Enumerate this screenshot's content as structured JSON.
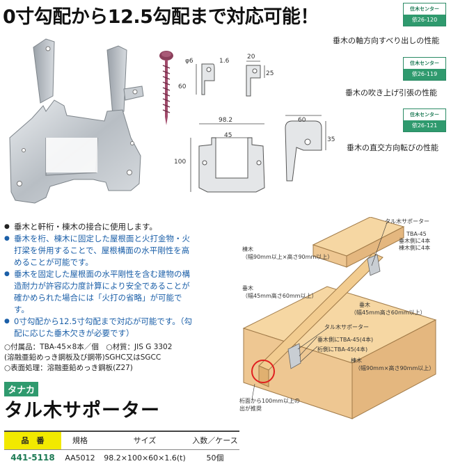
{
  "headline": "0寸勾配から12.5勾配まで対応可能！",
  "certifications": [
    {
      "title": "住木センター",
      "number": "依26-120",
      "feature": "垂木の軸方向すべり出しの性能"
    },
    {
      "title": "住木センター",
      "number": "依26-119",
      "feature": "垂木の吹き上げ引張の性能"
    },
    {
      "title": "住木センター",
      "number": "依26-121",
      "feature": "垂木の直交方向転びの性能"
    }
  ],
  "dimensions": {
    "hole": "φ6",
    "thickness": "1.6",
    "w20": "20",
    "h25": "25",
    "h60": "60",
    "w98": "98.2",
    "w45": "45",
    "h100": "100",
    "w60": "60",
    "h35": "35"
  },
  "bullets": [
    {
      "text": "垂木と軒桁・棟木の接合に使用します。",
      "style": "dark"
    },
    {
      "text": "垂木を桁、棟木に固定した屋根面と火打金物・火打梁を併用することで、屋根構面の水平剛性を高めることが可能です。",
      "style": "blue"
    },
    {
      "text": "垂木を固定した屋根面の水平剛性を含む建物の構造耐力が許容応力度計算により安全であることが確かめられた場合には「火打の省略」が可能です。",
      "style": "blue"
    },
    {
      "text": "0寸勾配から12.5寸勾配まで対応が可能です。（勾配に応じた垂木欠きが必要です）",
      "style": "blue"
    }
  ],
  "specs": [
    "○付属品：TBA-45×8本／個　○材質：JIS G 3302",
    "(溶融亜鉛めっき鋼板及び鋼帯)SGHC又はSGCC",
    "○表面処理：溶融亜鉛めっき鋼板(Z27)"
  ],
  "brand": "タナカ",
  "product_name": "タル木サポーター",
  "table": {
    "headers": [
      "品　番",
      "規格",
      "サイズ",
      "入数／ケース"
    ],
    "row": [
      "441-5118",
      "AA5012",
      "98.2×100×60×1.6(t)",
      "50個"
    ]
  },
  "diagram_labels": {
    "supporter_top": "タル木サポーター",
    "tba_top": "TBA-45",
    "rafter_side_top": "垂木側に4本",
    "ridge_side_top": "棟木側に4本",
    "ridge": "棟木",
    "ridge_size": "（幅90mm以上×高さ90mm以上）",
    "rafter": "垂木",
    "rafter_size": "（幅45mm高さ60mm以上）",
    "rafter2": "垂木",
    "rafter2_size": "（幅45mm高さ60mm以上）",
    "supporter_mid": "タル木サポーター",
    "rafter_tba": "垂木側にTBA-45(4本)",
    "beam_tba": "桁側にTBA-45(4本)",
    "beam": "棟木",
    "beam_size": "（幅90mm×高さ90mm以上）",
    "overhang1": "桁面から100mm以上の",
    "overhang2": "出が推奨"
  }
}
